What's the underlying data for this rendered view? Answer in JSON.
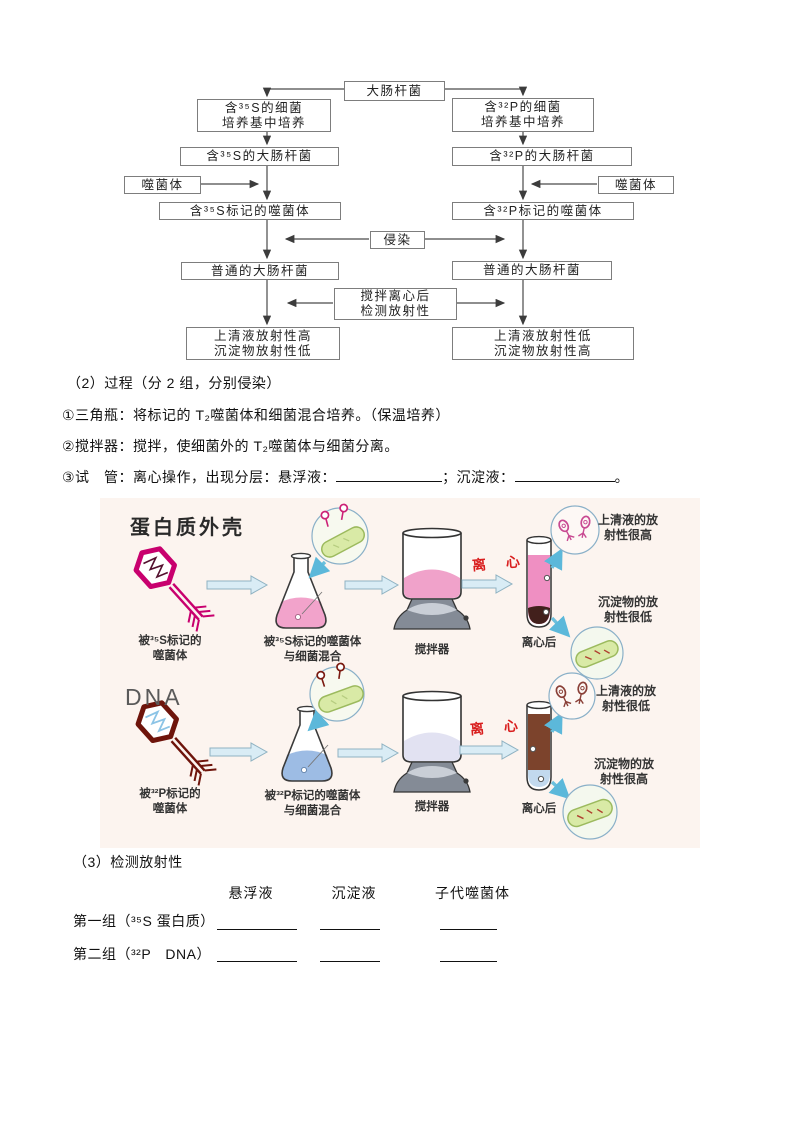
{
  "flowchart": {
    "top_box": "大肠杆菌",
    "infect": "侵染",
    "stir_centrifuge": "搅拌离心后\n检测放射性",
    "left": {
      "medium": "含³⁵S的细菌\n培养基中培养",
      "ecoli": "含³⁵S的大肠杆菌",
      "phage": "噬菌体",
      "labeled_phage": "含³⁵S标记的噬菌体",
      "normal_ecoli": "普通的大肠杆菌",
      "result": "上清液放射性高\n沉淀物放射性低"
    },
    "right": {
      "medium": "含³²P的细菌\n培养基中培养",
      "ecoli": "含³²P的大肠杆菌",
      "phage": "噬菌体",
      "labeled_phage": "含³²P标记的噬菌体",
      "normal_ecoli": "普通的大肠杆菌",
      "result": "上清液放射性低\n沉淀物放射性高"
    }
  },
  "process": {
    "heading": "（2）过程（分 2 组，分别侵染）",
    "step1": "①三角瓶：将标记的 T₂噬菌体和细菌混合培养。（保温培养）",
    "step2": "②搅拌器：搅拌，使细菌外的 T₂噬菌体与细菌分离。",
    "step3_prefix": "③试　管：离心操作，出现分层：悬浮液：",
    "step3_separator": "；沉淀液：",
    "step3_end": "。"
  },
  "figure": {
    "row1": {
      "title": "蛋白质外壳",
      "phage_label": "被³⁵S标记的\n噬菌体",
      "flask_label": "被³⁵S标记的噬菌体\n与细菌混合",
      "blender_label": "搅拌器",
      "centrifuge_label": "离 心",
      "after_centrifuge_label": "离心后",
      "supernatant_note": "上清液的放\n射性很高",
      "sediment_note": "沉淀物的放\n射性很低"
    },
    "row2": {
      "title": "DNA",
      "phage_label": "被³²P标记的\n噬菌体",
      "flask_label": "被³²P标记的噬菌体\n与细菌混合",
      "blender_label": "搅拌器",
      "centrifuge_label": "离 心",
      "after_centrifuge_label": "离心后",
      "supernatant_note": "上清液的放\n射性很低",
      "sediment_note": "沉淀物的放\n射性很高"
    }
  },
  "detect": {
    "heading": "（3）检测放射性",
    "columns": [
      "悬浮液",
      "沉淀液",
      "子代噬菌体"
    ],
    "rows": [
      {
        "label": "第一组（³⁵S 蛋白质）"
      },
      {
        "label": "第二组（³²P　DNA）"
      }
    ]
  },
  "colors": {
    "phage_s35": "#c8006e",
    "phage_p32": "#6e140b",
    "bacterium_green": "#d9eaa6",
    "flask_liquid_pink": "#f2a3cb",
    "flask_liquid_blue": "#9dbce4",
    "tube_supernatant_pink": "#ef8fc2",
    "tube_sediment_dark": "#42201c",
    "tube_supernatant_brown": "#7c432c",
    "tube_sediment_blue": "#c2d9ee",
    "centrifuge_red": "#d91f1f",
    "figure_background": "#fcf4ef"
  }
}
